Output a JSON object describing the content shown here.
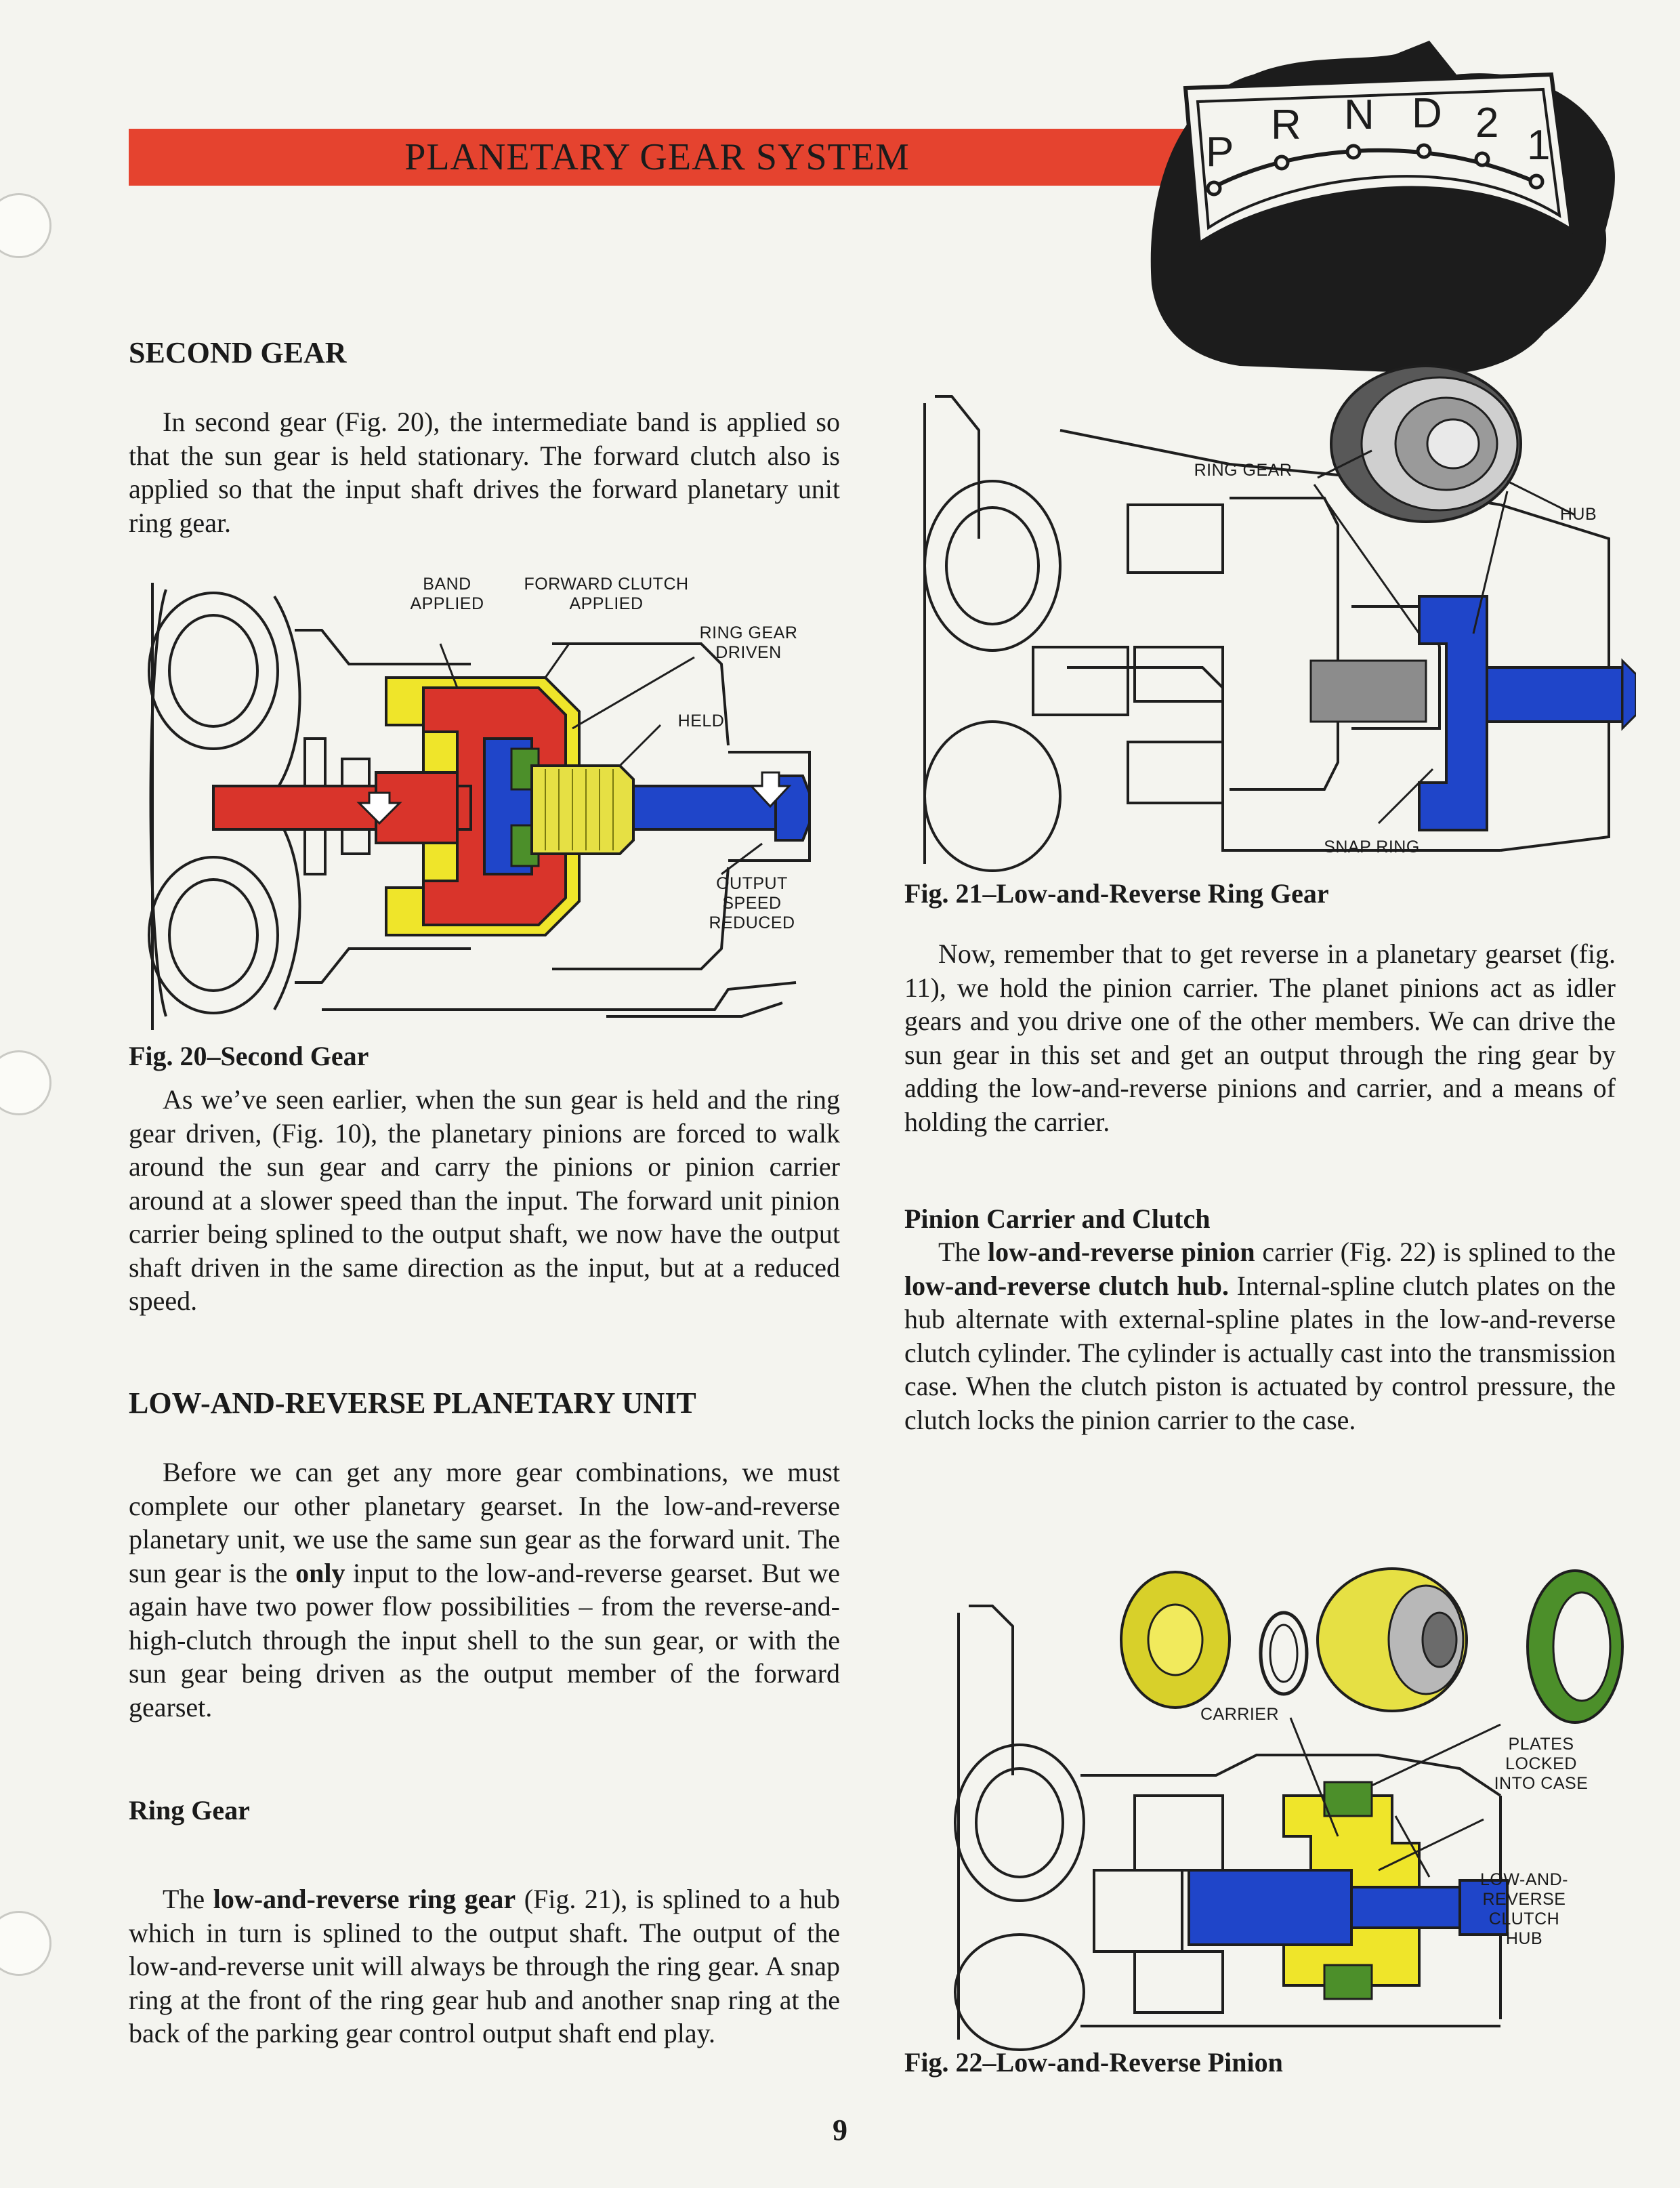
{
  "header": {
    "title": "PLANETARY GEAR SYSTEM",
    "selector_positions": [
      "P",
      "R",
      "N",
      "D",
      "2",
      "1"
    ]
  },
  "left_column": {
    "second_gear_heading": "SECOND GEAR",
    "second_gear_para": "In second gear (Fig. 20), the intermediate band is applied so that the sun gear is held stationary. The forward clutch also is applied so that the input shaft drives the forward planetary unit ring gear.",
    "fig20": {
      "labels": {
        "band_applied": [
          "BAND",
          "APPLIED"
        ],
        "forward_clutch_applied": [
          "FORWARD CLUTCH",
          "APPLIED"
        ],
        "ring_gear_driven": [
          "RING GEAR",
          "DRIVEN"
        ],
        "held": "HELD",
        "output_speed_reduced": [
          "OUTPUT SPEED",
          "REDUCED"
        ]
      },
      "caption": "Fig. 20–Second Gear"
    },
    "walk_para": "As we’ve seen earlier, when the sun gear is held and the ring gear driven, (Fig. 10), the planetary pinions are forced to walk around the sun gear and carry the pinions or pinion carrier around at a slower speed than the input. The forward unit pinion carrier being splined to the output shaft, we now have the output shaft driven in the same direction as the input, but at a reduced speed.",
    "lr_unit_heading": "LOW-AND-REVERSE PLANETARY UNIT",
    "lr_unit_para_1": "Before we can get any more gear combinations, we must complete our other planetary gearset. In the low-and-reverse planetary unit, we use the same sun gear as the forward unit. The sun gear is the ",
    "lr_unit_para_bold": "only",
    "lr_unit_para_2": " input to the low-and-reverse gearset. But we again have two power flow possibilities – from the reverse-and-high-clutch through the input shell to the sun gear, or with the sun gear being driven as the output member of the forward gearset.",
    "ring_gear_heading": "Ring Gear",
    "ring_gear_para_1": "The ",
    "ring_gear_para_bold": "low-and-reverse ring gear",
    "ring_gear_para_2": " (Fig. 21), is splined to a hub which in turn is splined to the output shaft. The output of the low-and-reverse unit will always be through the ring gear. A snap ring at the front of the ring gear hub and another snap ring at the back of the parking gear control output shaft end play."
  },
  "right_column": {
    "fig21": {
      "labels": {
        "ring_gear": "RING GEAR",
        "hub": "HUB",
        "snap_ring": "SNAP RING"
      },
      "caption": "Fig. 21–Low-and-Reverse Ring Gear"
    },
    "reverse_para": "Now, remember that to get reverse in a planetary gearset (fig. 11), we hold the pinion carrier. The planet pinions act as idler gears and you drive one of the other members. We can drive the sun gear in this set and get an output through the ring gear by adding the low-and-reverse pinions and carrier, and a means of holding the carrier.",
    "pinion_heading": "Pinion Carrier and Clutch",
    "pinion_para_1": "The ",
    "pinion_para_bold_1": "low-and-reverse pinion",
    "pinion_para_2": " carrier (Fig. 22) is splined to the ",
    "pinion_para_bold_2": "low-and-reverse clutch hub.",
    "pinion_para_3": " Internal-spline clutch plates on the hub alternate with external-spline plates in the low-and-reverse clutch cylinder. The cylinder is actually cast into the transmission case. When the clutch piston is actuated by control pressure, the clutch locks the pinion carrier to the case.",
    "fig22": {
      "labels": {
        "carrier": "CARRIER",
        "plates_locked": [
          "PLATES",
          "LOCKED",
          "INTO CASE"
        ],
        "lr_clutch_hub": [
          "LOW-AND-",
          "REVERSE",
          "CLUTCH",
          "HUB"
        ]
      },
      "caption": "Fig. 22–Low-and-Reverse Pinion"
    }
  },
  "footer": {
    "page_number": "9"
  },
  "colors": {
    "banner": "#e5432f",
    "red": "#d9342b",
    "yellow": "#efe52a",
    "blue": "#1f45c9",
    "green": "#4c8f2a"
  }
}
